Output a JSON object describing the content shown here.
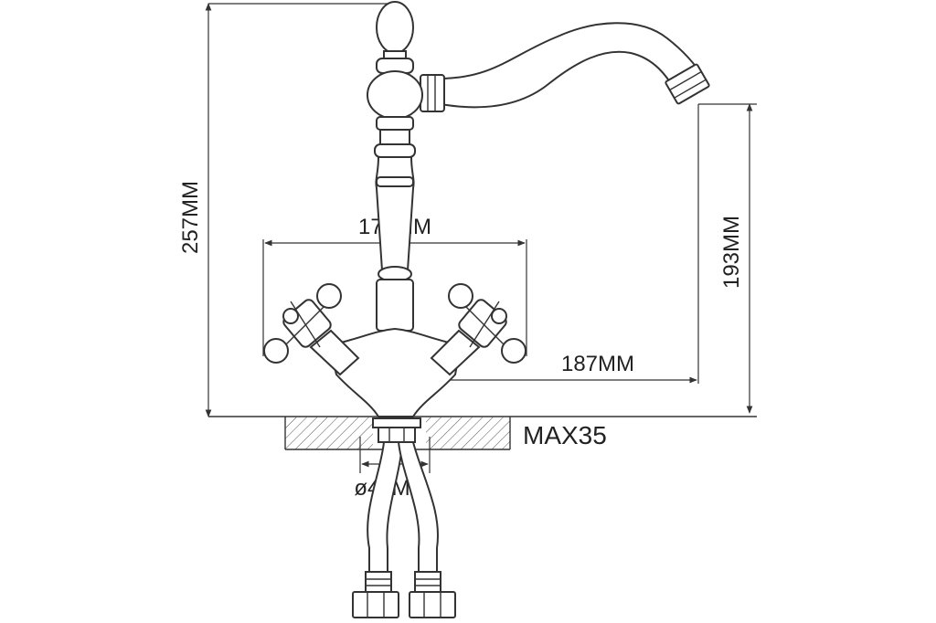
{
  "dimensions": {
    "total_height": "257MM",
    "spout_height": "193MM",
    "handle_span": "175MM",
    "spout_reach": "187MM",
    "max_countertop": "MAX35",
    "base_diameter": "ø45MM"
  }
}
